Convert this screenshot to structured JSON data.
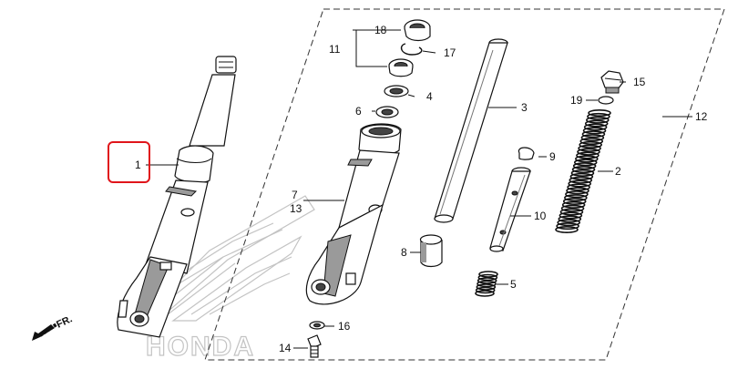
{
  "callouts": [
    {
      "id": "c1",
      "label": "1"
    },
    {
      "id": "c2",
      "label": "2"
    },
    {
      "id": "c3",
      "label": "3"
    },
    {
      "id": "c4",
      "label": "4"
    },
    {
      "id": "c5",
      "label": "5"
    },
    {
      "id": "c6",
      "label": "6"
    },
    {
      "id": "c7",
      "label": "7"
    },
    {
      "id": "c8",
      "label": "8"
    },
    {
      "id": "c9",
      "label": "9"
    },
    {
      "id": "c10",
      "label": "10"
    },
    {
      "id": "c11",
      "label": "11"
    },
    {
      "id": "c12",
      "label": "12"
    },
    {
      "id": "c13",
      "label": "13"
    },
    {
      "id": "c14",
      "label": "14"
    },
    {
      "id": "c15",
      "label": "15"
    },
    {
      "id": "c16",
      "label": "16"
    },
    {
      "id": "c17",
      "label": "17"
    },
    {
      "id": "c18",
      "label": "18"
    },
    {
      "id": "c19",
      "label": "19"
    }
  ],
  "direction_marker": {
    "label": "FR.",
    "icon": "arrow-down-left-icon"
  },
  "watermark": {
    "text": "HONDA",
    "icon": "wing-logo-icon"
  },
  "highlight": {
    "target": "1",
    "color": "#e0151b"
  }
}
